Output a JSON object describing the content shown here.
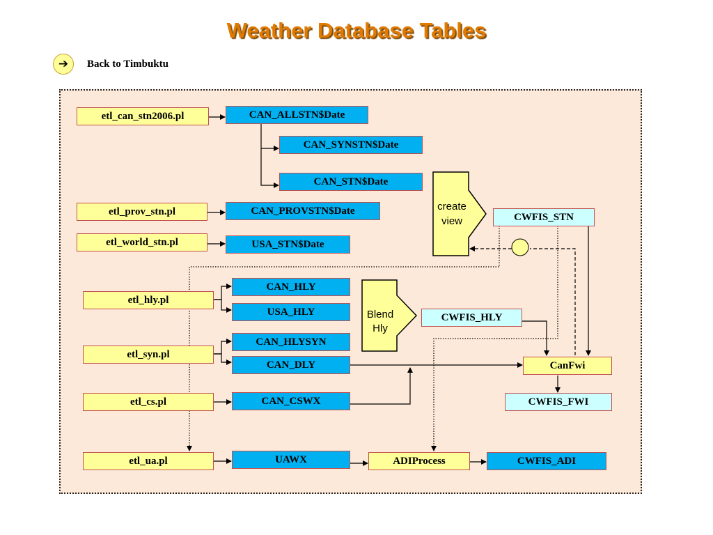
{
  "title": "Weather Database Tables",
  "nav": {
    "back_label": "Back to Timbuktu",
    "back_icon": "arrow-left-icon"
  },
  "scripts": {
    "can_stn2006": "etl_can_stn2006.pl",
    "prov_stn": "etl_prov_stn.pl",
    "world_stn": "etl_world_stn.pl",
    "hly": "etl_hly.pl",
    "syn": "etl_syn.pl",
    "cs": "etl_cs.pl",
    "ua": "etl_ua.pl"
  },
  "tables": {
    "can_allstn": "CAN_ALLSTN$Date",
    "can_synstn": "CAN_SYNSTN$Date",
    "can_stn": "CAN_STN$Date",
    "can_provstn": "CAN_PROVSTN$Date",
    "usa_stn": "USA_STN$Date",
    "can_hly": "CAN_HLY",
    "usa_hly": "USA_HLY",
    "can_hlysyn": "CAN_HLYSYN",
    "can_dly": "CAN_DLY",
    "can_cswx": "CAN_CSWX",
    "uawx": "UAWX"
  },
  "processes": {
    "create_view": [
      "create",
      "view"
    ],
    "blend_hly": [
      "Blend",
      "Hly"
    ],
    "canfwi": "CanFwi",
    "adiprocess": "ADIProcess"
  },
  "cwfis": {
    "stn": "CWFIS_STN",
    "hly": "CWFIS_HLY",
    "fwi": "CWFIS_FWI",
    "adi": "CWFIS_ADI"
  },
  "colors": {
    "title": "#e07a00",
    "script_fill": "#ffff99",
    "table_fill": "#00b0f0",
    "cwfis_fill": "#ccffff",
    "panel_fill": "#fde9d9",
    "box_border": "#c0504d"
  }
}
